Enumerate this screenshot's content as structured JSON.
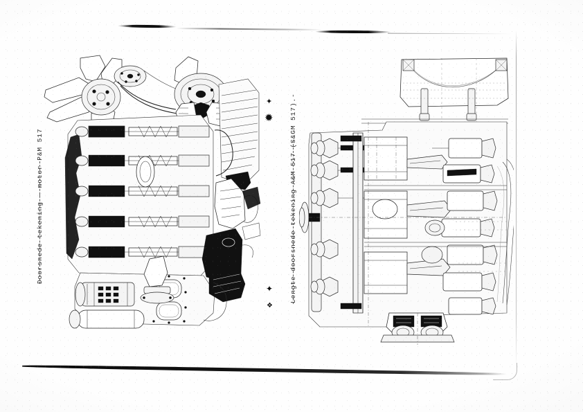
{
  "document": {
    "type": "scanned-technical-drawing",
    "page_background": "#fefefe",
    "ink_color": "#1b1b1b",
    "figure_count": 2
  },
  "captions": {
    "left": {
      "text": "Doorsnede tekening - motor P&M 517",
      "orientation": "vertical-rotated-90-ccw",
      "meaning": "Cross-section drawing - engine P&M 517"
    },
    "right": {
      "text": "Lengte doorsnede tekening A&M 517 (S&GM 517).-",
      "orientation": "vertical-rotated-90-ccw",
      "meaning": "Longitudinal section drawing A&M 517 (S&GM 517)"
    }
  },
  "figures": [
    {
      "id": "figure-cross",
      "name": "cross-section-engine-drawing",
      "description": "Rotated transverse cross-section of an inline engine showing cooling fan, belt pulleys, valve gear with springs, cylinder block, crankcase, oil sump and oil filter canister",
      "orientation": "rotated"
    },
    {
      "id": "figure-long",
      "name": "longitudinal-section-engine-drawing",
      "description": "Longitudinal section through the engine showing cylinder bores, pistons, connecting rods, crankshaft with main bearings, camshaft, valve train and oil pan",
      "orientation": "rotated"
    }
  ],
  "markers": {
    "section_arrows": [
      {
        "name": "section-arrow-top-1",
        "glyph": "✦"
      },
      {
        "name": "section-arrow-top-2",
        "glyph": "✹"
      },
      {
        "name": "section-arrow-bottom-1",
        "glyph": "✦"
      },
      {
        "name": "section-arrow-bottom-2",
        "glyph": "❖"
      }
    ]
  },
  "scan_artifacts": {
    "top_edge": "irregular dark scan band across upper area",
    "bottom_edge": "thick slanted dark scan band near the bottom",
    "right_edge": "faint vertical original page border with rounded lower corner"
  }
}
